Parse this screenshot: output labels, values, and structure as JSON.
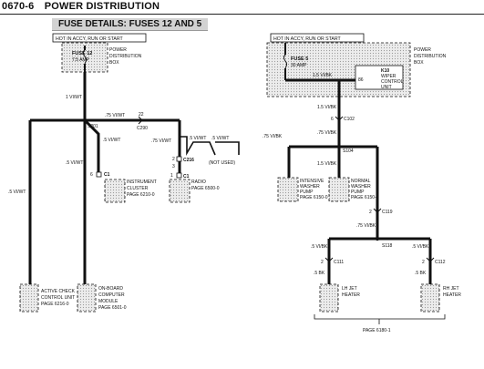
{
  "header": {
    "code": "0670-6",
    "title": "POWER DISTRIBUTION"
  },
  "subtitle": "FUSE DETAILS: FUSES 12 AND 5",
  "left": {
    "hot_label": "HOT IN ACCY, RUN OR START",
    "fuse": {
      "name": "FUSE 12",
      "rating": "7.5 AMP"
    },
    "pdbox": [
      "POWER",
      "DISTRIBUTION",
      "BOX"
    ],
    "wire_main": "1 VI/WT",
    "splice_s201": "S201",
    "wire_75_top": ".75 VI/WT",
    "conn_22": "22",
    "conn_c290": "C290",
    "wire_5_left": ".5 VI/WT",
    "wire_5_mid": ".5 VI/WT",
    "wire_5_cluster": ".5 VI/WT",
    "wire_75_radio": ".75 VI/WT",
    "wire_5_a": ".5 VI/WT",
    "wire_5_b": ".5 VI/WT",
    "not_used": "(NOT USED)",
    "pin_c1_cluster": "C1",
    "pin_6": "6",
    "pin_c216": "C216",
    "pin_2": "2",
    "pin_c1_radio": "C1",
    "pin_3": "3",
    "pin_1": "1",
    "pin_3b": "3",
    "cluster": [
      "INSTRUMENT",
      "CLUSTER",
      "PAGE 6210-0"
    ],
    "radio": [
      "RADIO",
      "PAGE 6500-0"
    ],
    "active_check": [
      "ACTIVE CHECK",
      "CONTROL UNIT",
      "PAGE 6216-0"
    ],
    "onboard": [
      "ON-BOARD",
      "COMPUTER",
      "MODULE",
      "PAGE 6501-0"
    ]
  },
  "right": {
    "hot_label": "HOT IN ACCY, RUN OR START",
    "fuse": {
      "name": "FUSE 5",
      "rating": "30 AMP"
    },
    "pdbox": [
      "POWER",
      "DISTRIBUTION",
      "BOX"
    ],
    "wiper": [
      "K10",
      "WIPER",
      "CONTROL",
      "UNIT"
    ],
    "pin_86": "86",
    "wire_15_top": "1.5 VI/BK",
    "wire_15_c102": "1.5 VI/BK",
    "conn_6": "6",
    "conn_c102": "C102",
    "wire_75_mid": ".75 VI/BK",
    "splice_s104": "S104",
    "wire_75_left": ".75 VI/BK",
    "wire_15_normal": "1.5 VI/BK",
    "intensive": [
      "INTENSIVE",
      "WASHER",
      "PUMP",
      "PAGE 6150-0"
    ],
    "normal": [
      "NORMAL",
      "WASHER",
      "PUMP",
      "PAGE 6150-0"
    ],
    "conn_2": "2",
    "conn_c119": "C119",
    "wire_75_s118": ".75 VI/BK",
    "splice_s118": "S118",
    "wire_5_lh": ".5 VI/BK",
    "wire_5_rh": ".5 VI/BK",
    "conn_c111": "C111",
    "conn_c112": "C112",
    "pin_2a": "2",
    "pin_2b": "2",
    "wire_5_lh2": ".5 BK",
    "wire_5_rh2": ".5 BK",
    "lh_heater": [
      "LH JET",
      "HEATER"
    ],
    "rh_heater": [
      "RH JET",
      "HEATER"
    ],
    "page_ref": "PAGE 6180-1"
  }
}
